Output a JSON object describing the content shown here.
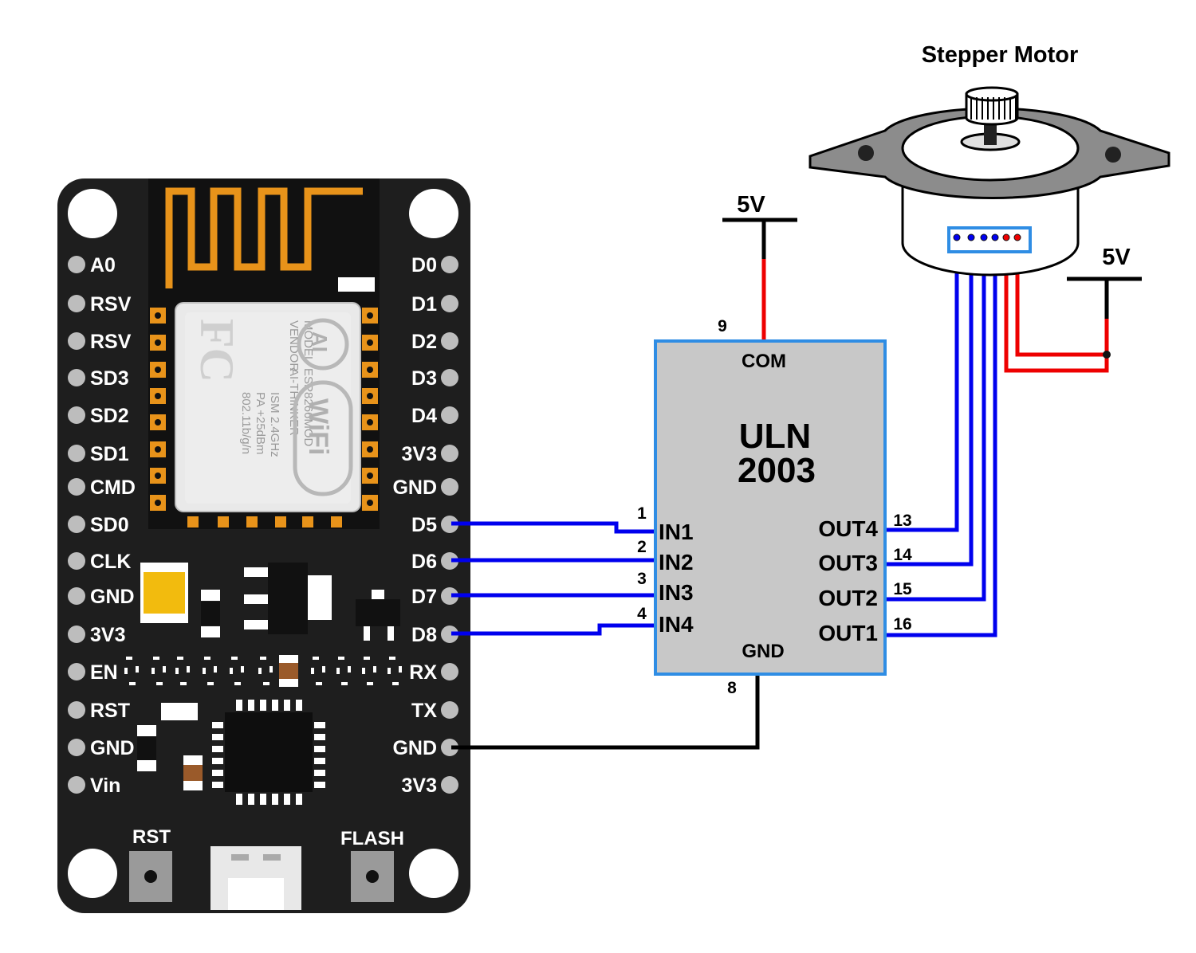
{
  "motor": {
    "title": "Stepper Motor"
  },
  "power": {
    "supply1": "5V",
    "supply2": "5V"
  },
  "driver": {
    "name_line1": "ULN",
    "name_line2": "2003",
    "com_label": "COM",
    "gnd_label": "GND",
    "inputs": [
      "IN1",
      "IN2",
      "IN3",
      "IN4"
    ],
    "input_pins": [
      "1",
      "2",
      "3",
      "4"
    ],
    "outputs": [
      "OUT4",
      "OUT3",
      "OUT2",
      "OUT1"
    ],
    "output_pins": [
      "13",
      "14",
      "15",
      "16"
    ],
    "com_pin": "9",
    "gnd_pin": "8"
  },
  "board": {
    "left_pins": [
      "A0",
      "RSV",
      "RSV",
      "SD3",
      "SD2",
      "SD1",
      "CMD",
      "SD0",
      "CLK",
      "GND",
      "3V3",
      "EN",
      "RST",
      "GND",
      "Vin"
    ],
    "right_pins": [
      "D0",
      "D1",
      "D2",
      "D3",
      "D4",
      "3V3",
      "GND",
      "D5",
      "D6",
      "D7",
      "D8",
      "RX",
      "TX",
      "GND",
      "3V3"
    ],
    "rst_button": "RST",
    "flash_button": "FLASH",
    "module_text": {
      "model": "MODEL",
      "vendor": "VENDOR",
      "model_value": "ESP8266MOD",
      "vendor_value": "AI-THINKER",
      "freq": "ISM 2.4GHz",
      "power": "PA +25dBm",
      "std": "802.11b/g/n",
      "fc": "FC",
      "ai": "AI",
      "wifi": "WiFi"
    }
  },
  "colors": {
    "board": "#1e1e1e",
    "signal_wire": "#0000ee",
    "power_wire": "#ee0000",
    "ground_wire": "#000000",
    "driver_fill": "#c8c8c8",
    "driver_border": "#2f8de4",
    "antenna": "#e8931a"
  }
}
